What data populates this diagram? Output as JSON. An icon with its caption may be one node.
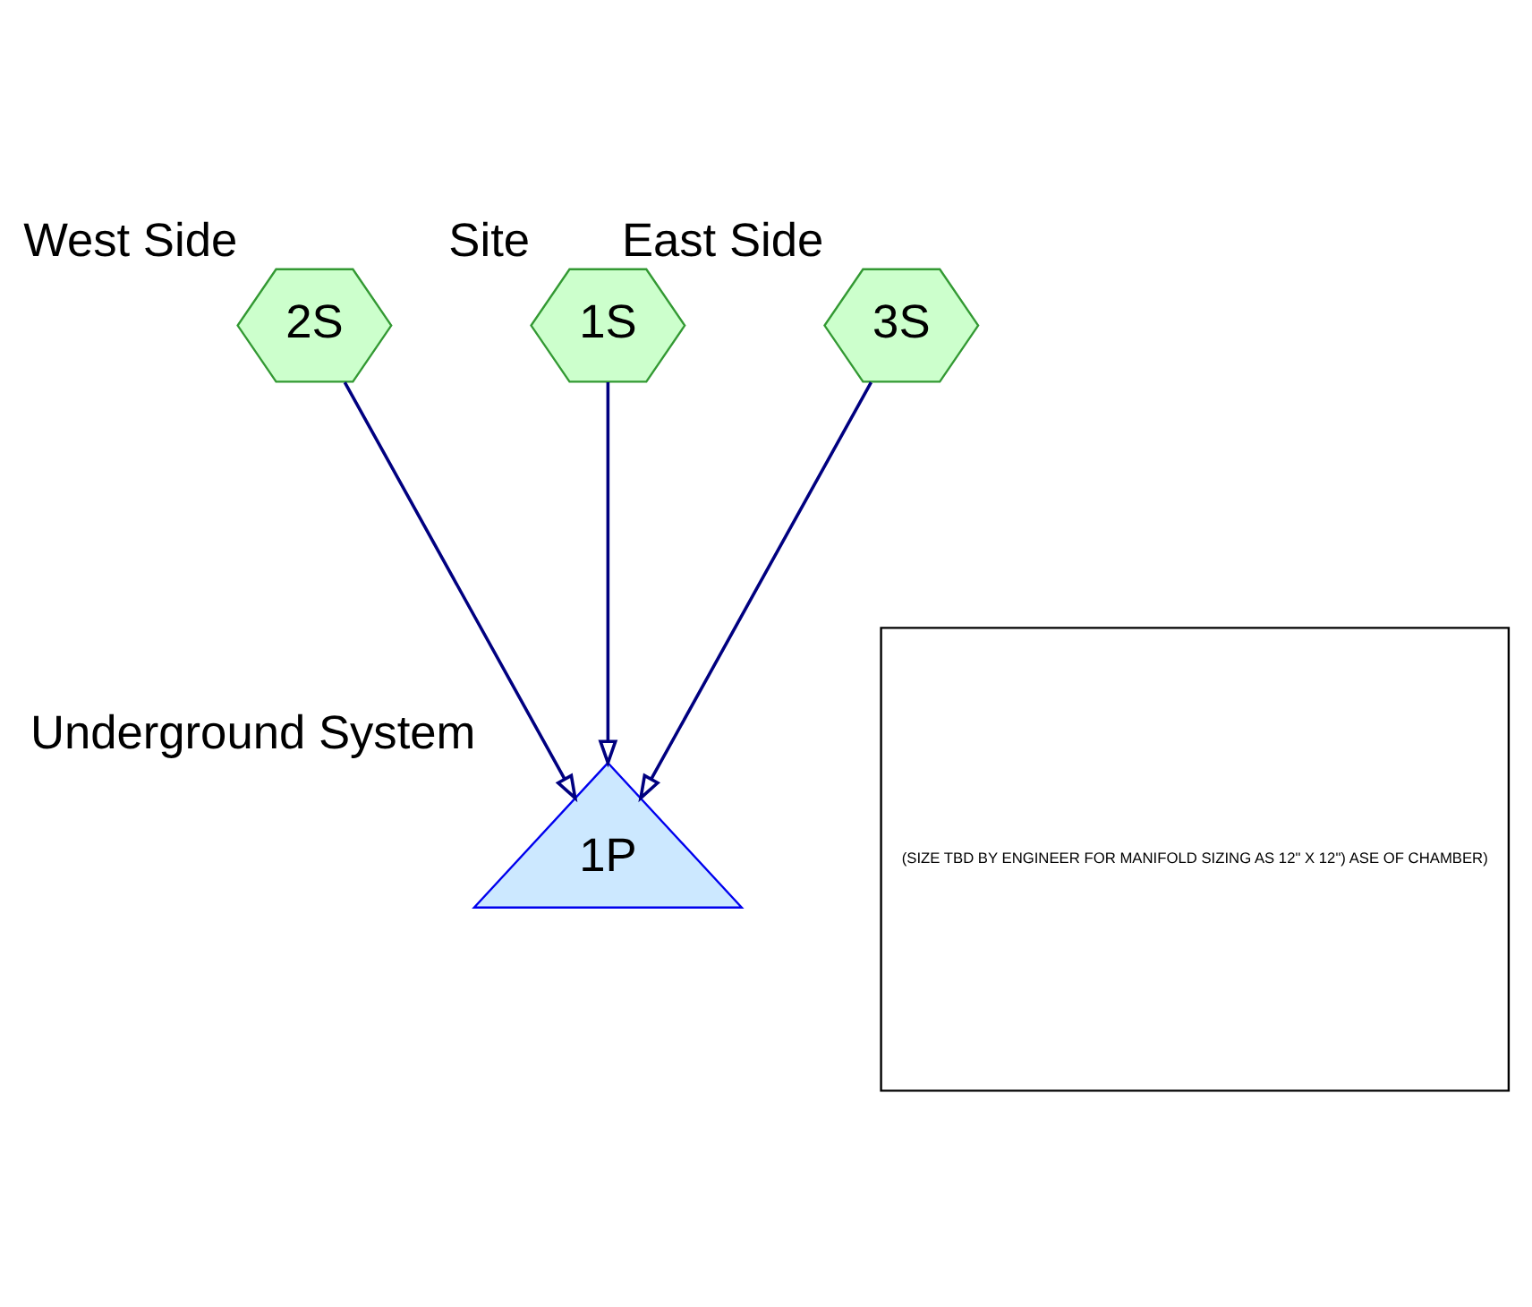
{
  "diagram": {
    "nodes": [
      {
        "text": [
          "2S"
        ],
        "beside": [
          "West Side"
        ]
      },
      {
        "text": [
          "1S"
        ],
        "beside": [
          "Site"
        ]
      },
      {
        "text": [
          "3S"
        ],
        "beside": [
          "East Side"
        ]
      },
      {
        "text": [
          "(SIZE TBD BY ENGINEER FOR MANIFOLD SIZING AS 12\" X 12\") ASE OF CHAMBER)"
        ]
      },
      {
        "text": [
          "1P"
        ],
        "beside": [
          "Underground System"
        ]
      }
    ],
    "edges": [
      {
        "from": 0,
        "to": 4,
        "arrow": "to"
      },
      {
        "from": 1,
        "to": 4,
        "arrow": "to"
      },
      {
        "from": 2,
        "to": 4,
        "arrow": "to"
      }
    ]
  }
}
